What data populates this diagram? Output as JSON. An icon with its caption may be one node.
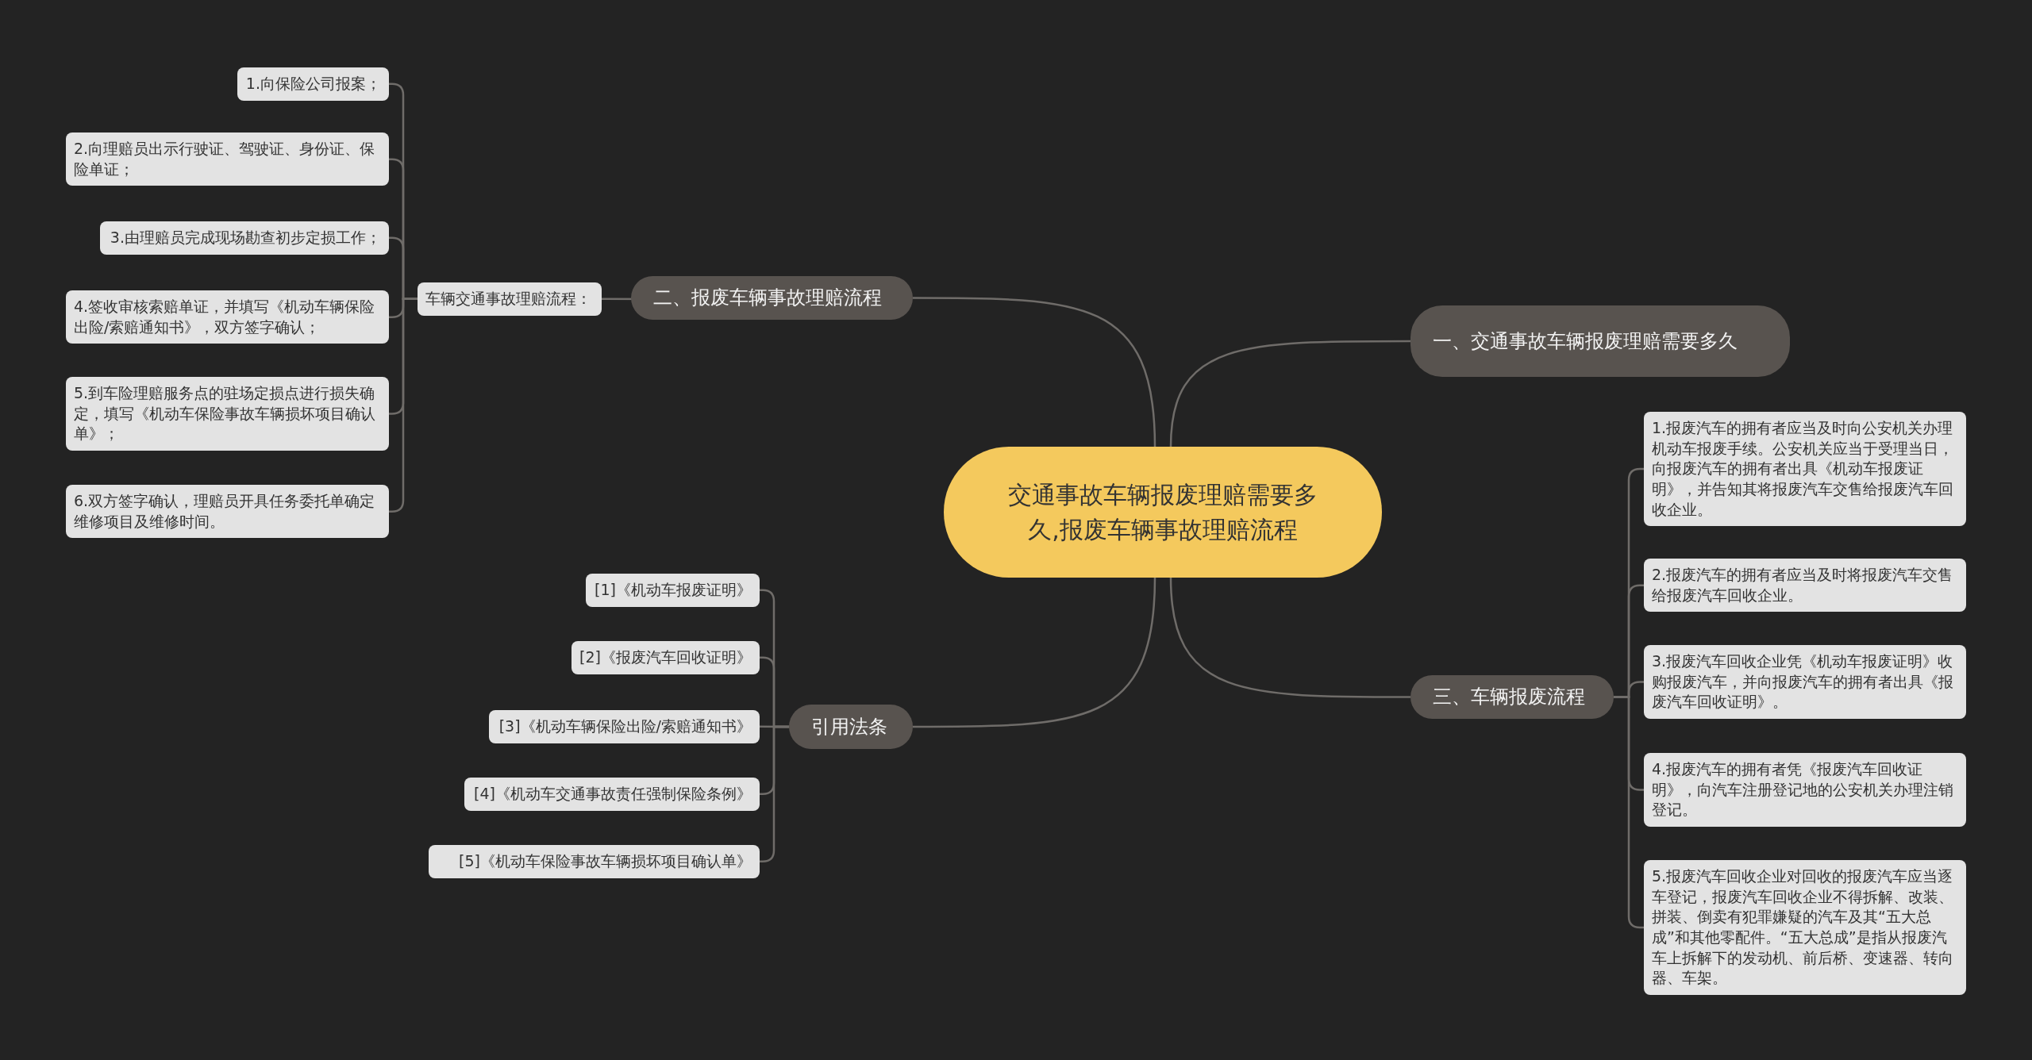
{
  "diagram": {
    "nodes": [
      {
        "text": [
          "交通事故车辆报废理赔需要多久,报废车辆事故理赔流程"
        ]
      },
      {
        "text": [
          "一、交通事故车辆报废理赔需要多久"
        ]
      },
      {
        "text": [
          "二、报废车辆事故理赔流程"
        ]
      },
      {
        "text": [
          "车辆交通事故理赔流程："
        ]
      },
      {
        "text": [
          "1.向保险公司报案；"
        ]
      },
      {
        "text": [
          "2.向理赔员出示行驶证、驾驶证、身份证、保险单证；"
        ]
      },
      {
        "text": [
          "3.由理赔员完成现场勘查初步定损工作；"
        ]
      },
      {
        "text": [
          "4.签收审核索赔单证，并填写《机动车辆保险出险/索赔通知书》，双方签字确认；"
        ]
      },
      {
        "text": [
          "5.到车险理赔服务点的驻场定损点进行损失确定，填写《机动车保险事故车辆损坏项目确认单》；"
        ]
      },
      {
        "text": [
          "6.双方签字确认，理赔员开具任务委托单确定维修项目及维修时间。"
        ]
      },
      {
        "text": [
          "三、车辆报废流程"
        ]
      },
      {
        "text": [
          "1.报废汽车的拥有者应当及时向公安机关办理机动车报废手续。公安机关应当于受理当日，向报废汽车的拥有者出具《机动车报废证明》，并告知其将报废汽车交售给报废汽车回收企业。"
        ]
      },
      {
        "text": [
          "2.报废汽车的拥有者应当及时将报废汽车交售给报废汽车回收企业。"
        ]
      },
      {
        "text": [
          "3.报废汽车回收企业凭《机动车报废证明》收购报废汽车，并向报废汽车的拥有者出具《报废汽车回收证明》。"
        ]
      },
      {
        "text": [
          "4.报废汽车的拥有者凭《报废汽车回收证明》，向汽车注册登记地的公安机关办理注销登记。"
        ]
      },
      {
        "text": [
          "5.报废汽车回收企业对回收的报废汽车应当逐车登记，报废汽车回收企业不得拆解、改装、拼装、倒卖有犯罪嫌疑的汽车及其“五大总成”和其他零配件。“五大总成”是指从报废汽车上拆解下的发动机、前后桥、变速器、转向器、车架。"
        ]
      },
      {
        "text": [
          "引用法条"
        ]
      },
      {
        "text": [
          "[1]《机动车报废证明》"
        ]
      },
      {
        "text": [
          "[2]《报废汽车回收证明》"
        ]
      },
      {
        "text": [
          "[3]《机动车辆保险出险/索赔通知书》"
        ]
      },
      {
        "text": [
          "[4]《机动车交通事故责任强制保险条例》"
        ]
      },
      {
        "text": [
          "[5]《机动车保险事故车辆损坏项目确认单》"
        ]
      }
    ],
    "edges": [
      {
        "from": 0,
        "to": 1,
        "arrow": "none"
      },
      {
        "from": 0,
        "to": 2,
        "arrow": "none"
      },
      {
        "from": 2,
        "to": 3,
        "arrow": "none"
      },
      {
        "from": 3,
        "to": 4,
        "arrow": "none"
      },
      {
        "from": 3,
        "to": 5,
        "arrow": "none"
      },
      {
        "from": 3,
        "to": 6,
        "arrow": "none"
      },
      {
        "from": 3,
        "to": 7,
        "arrow": "none"
      },
      {
        "from": 3,
        "to": 8,
        "arrow": "none"
      },
      {
        "from": 3,
        "to": 9,
        "arrow": "none"
      },
      {
        "from": 0,
        "to": 10,
        "arrow": "none"
      },
      {
        "from": 10,
        "to": 11,
        "arrow": "none"
      },
      {
        "from": 10,
        "to": 12,
        "arrow": "none"
      },
      {
        "from": 10,
        "to": 13,
        "arrow": "none"
      },
      {
        "from": 10,
        "to": 14,
        "arrow": "none"
      },
      {
        "from": 10,
        "to": 15,
        "arrow": "none"
      },
      {
        "from": 0,
        "to": 16,
        "arrow": "none"
      },
      {
        "from": 16,
        "to": 17,
        "arrow": "none"
      },
      {
        "from": 16,
        "to": 18,
        "arrow": "none"
      },
      {
        "from": 16,
        "to": 19,
        "arrow": "none"
      },
      {
        "from": 16,
        "to": 20,
        "arrow": "none"
      },
      {
        "from": 16,
        "to": 21,
        "arrow": "none"
      }
    ]
  }
}
